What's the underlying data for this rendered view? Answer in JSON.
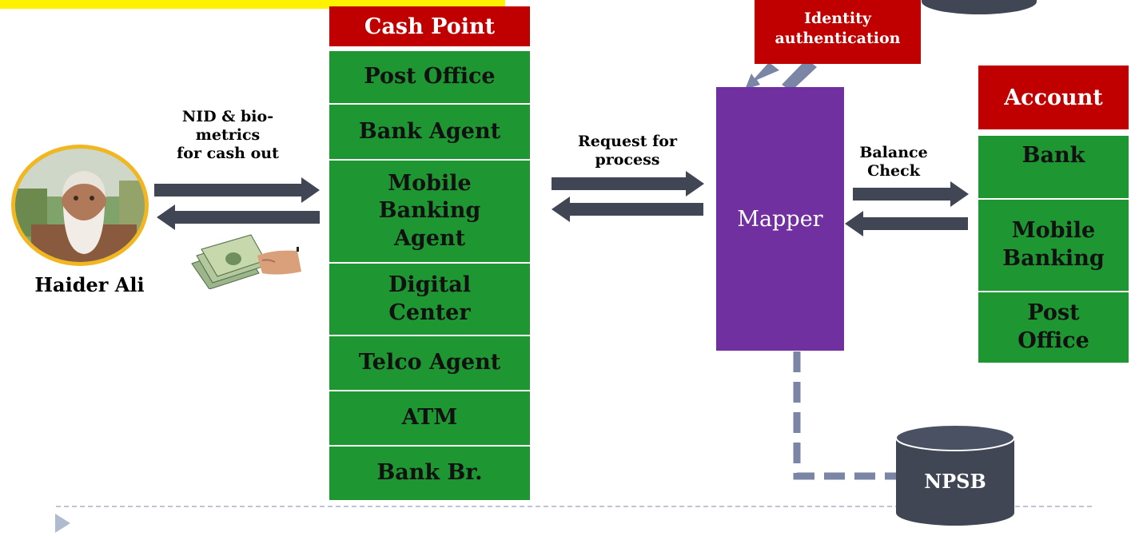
{
  "person": {
    "name": "Haider Ali"
  },
  "labels": {
    "nid": "NID & bio-\nmetrics\nfor cash out",
    "request": "Request for\nprocess",
    "balance": "Balance\nCheck"
  },
  "cash_point": {
    "title": "Cash Point",
    "items": [
      "Post Office",
      "Bank Agent",
      "Mobile\nBanking\nAgent",
      "Digital\nCenter",
      "Telco Agent",
      "ATM",
      "Bank Br."
    ]
  },
  "identity": {
    "label": "Identity\nauthentication"
  },
  "mapper": {
    "label": "Mapper"
  },
  "account": {
    "title": "Account",
    "items": [
      "Bank",
      "Mobile\nBanking",
      "Post\nOffice"
    ]
  },
  "npsb": {
    "label": "NPSB"
  },
  "colors": {
    "green": "#1e9632",
    "red": "#c00000",
    "purple": "#7030a0",
    "arrow": "#404654",
    "dashed": "#7b85a6",
    "db": "#404654",
    "yellow": "#fff200"
  }
}
